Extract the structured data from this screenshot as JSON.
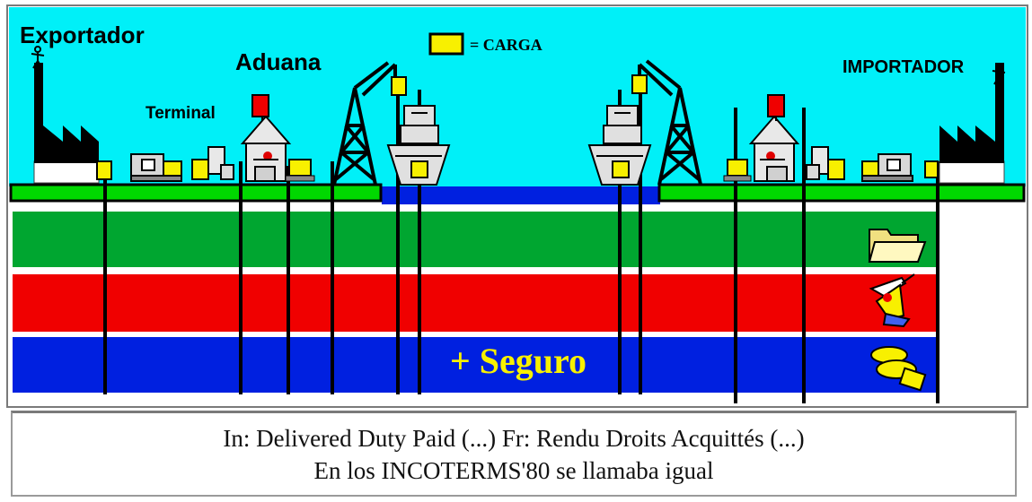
{
  "labels": {
    "exporter": "Exportador",
    "customs": "Aduana",
    "terminal": "Terminal",
    "cargo_legend": "= CARGA",
    "importer": "IMPORTADOR",
    "insurance": "+ Seguro"
  },
  "caption": {
    "line1": "In: Delivered Duty Paid (...) Fr: Rendu Droits Acquittés (...)",
    "line2": "En los INCOTERMS'80 se llamaba igual"
  },
  "colors": {
    "sky": "#00f0f8",
    "ground": "#00d800",
    "band_green": "#00a630",
    "band_red": "#f00000",
    "band_blue": "#0020e0",
    "cargo": "#f8f000",
    "water": "#0020e0"
  },
  "icons": [
    "factory-icon",
    "truck-icon",
    "forklift-icon",
    "customs-house-icon",
    "crane-icon",
    "ship-icon",
    "folder-icon",
    "pilot-icon",
    "money-icon",
    "stick-figure-icon"
  ]
}
